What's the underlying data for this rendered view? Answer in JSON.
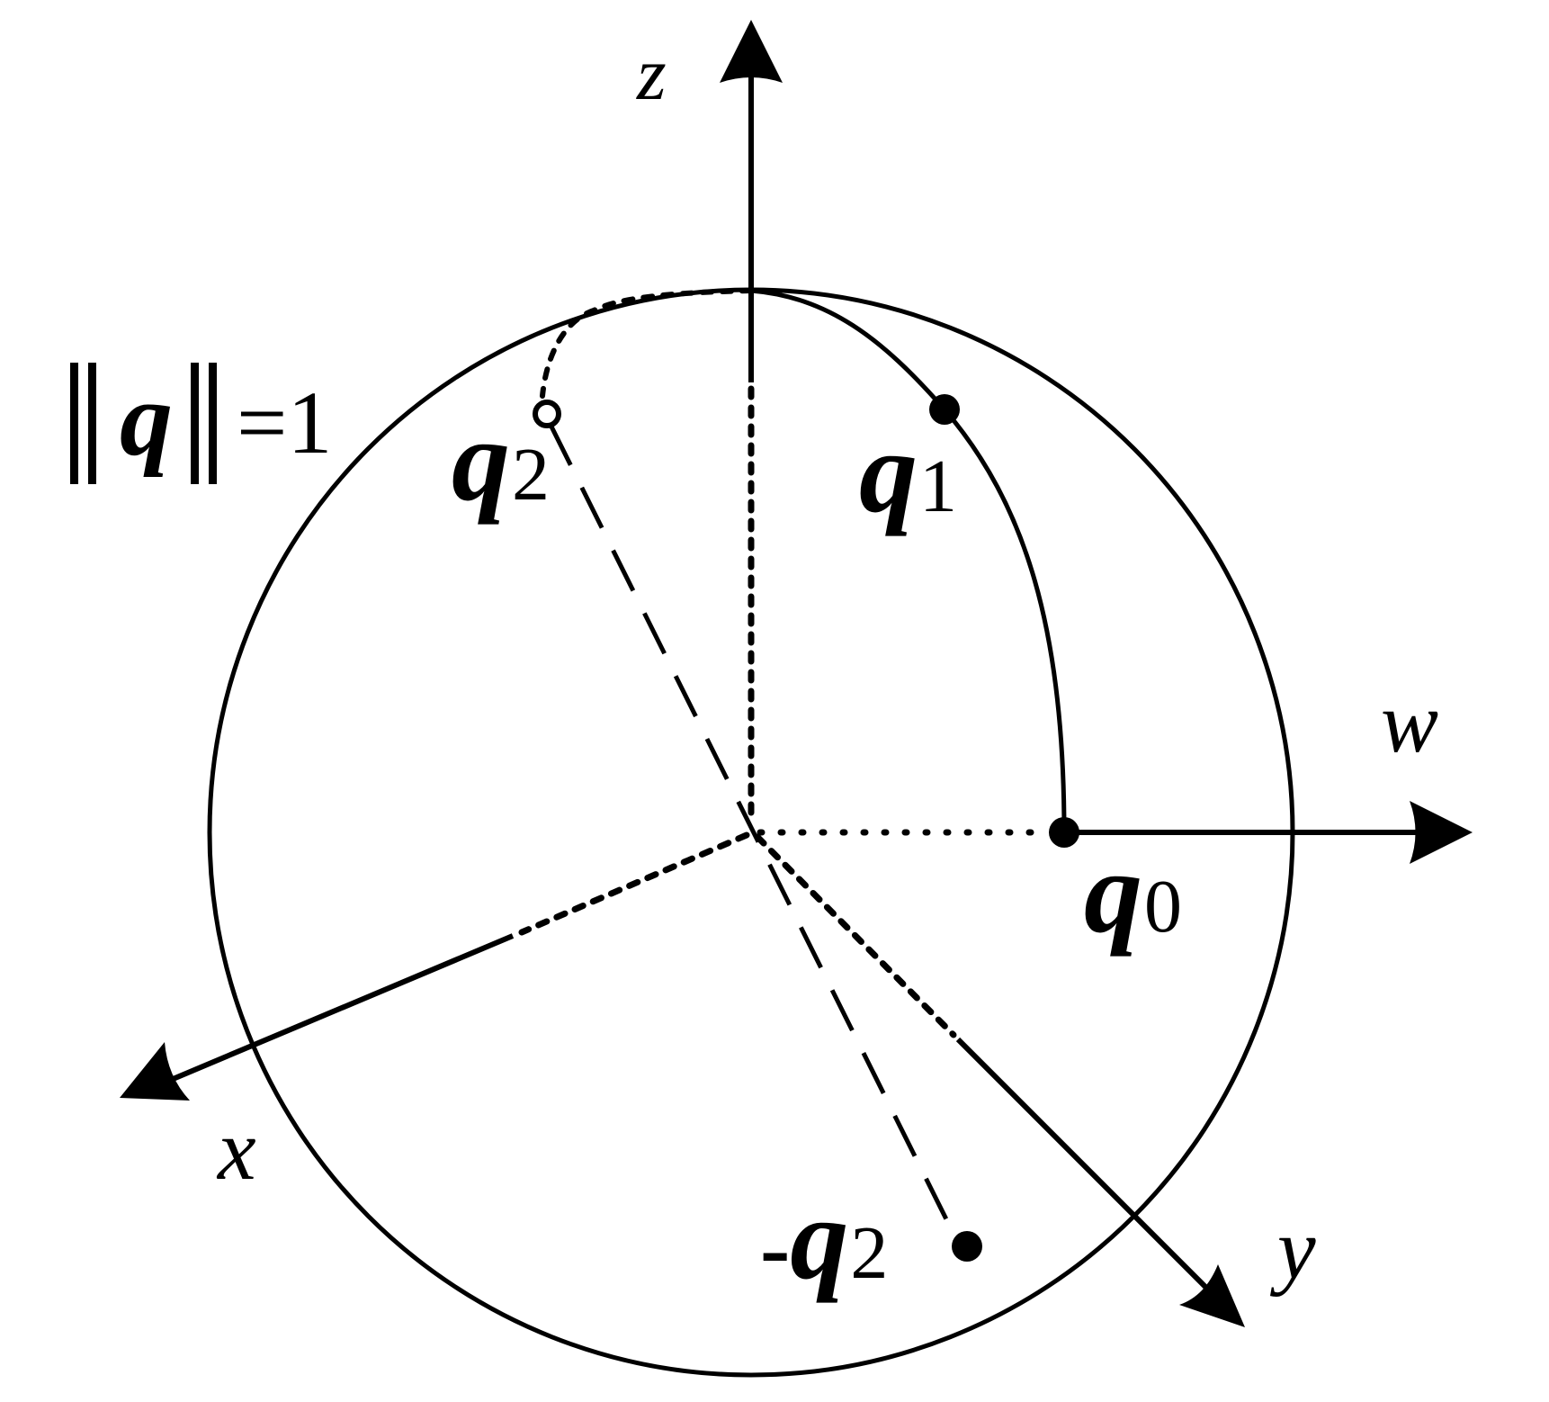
{
  "figure": {
    "title": "Unit quaternion sphere with q0, q1, q2 and -q2",
    "norm_label": {
      "left_bars": "‖",
      "variable": "q",
      "right_bars": "‖",
      "equals": "=1"
    },
    "axes": {
      "z": "z",
      "w": "w",
      "x": "x",
      "y": "y"
    },
    "points": {
      "q0": {
        "base": "q",
        "sub": "0"
      },
      "q1": {
        "base": "q",
        "sub": "1"
      },
      "q2": {
        "base": "q",
        "sub": "2"
      },
      "neg_q2": {
        "prefix": "-",
        "base": "q",
        "sub": "2"
      }
    },
    "colors": {
      "stroke": "#000000",
      "background": "#ffffff"
    }
  }
}
